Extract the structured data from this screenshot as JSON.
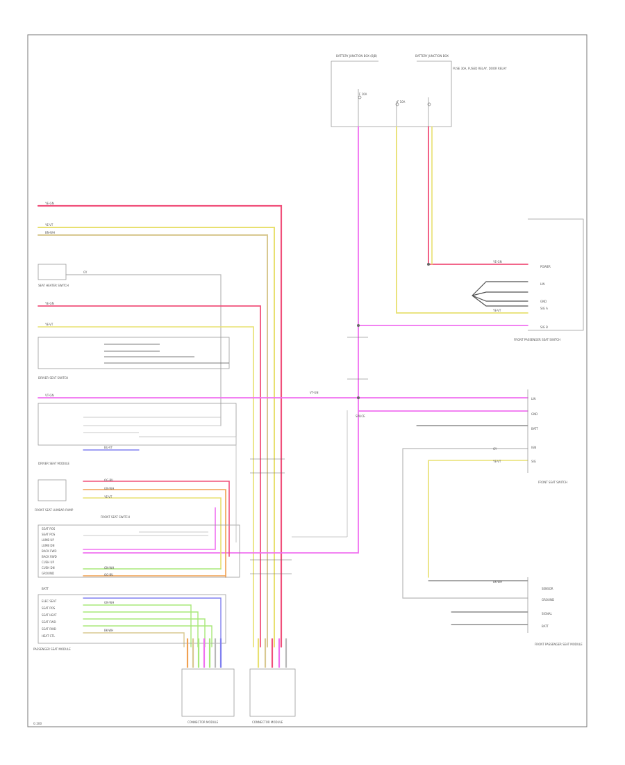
{
  "components": {
    "fuse_box_left": {
      "title": "BATTERY JUNCTION BOX (BJB)",
      "fuse_a": "F 10A",
      "fuse_b": "F 10A"
    },
    "fuse_box_right": {
      "title": "BATTERY JUNCTION BOX",
      "note": "FUSE 30A, FUSED RELAY, DOOR RELAY"
    },
    "front_occupant_switch": "SEAT HEATER SWITCH",
    "lumbar_motor": "FRONT SEAT LUMBAR PUMP",
    "left_seat_switch": "DRIVER SEAT SWITCH",
    "driver_seat_module": "DRIVER SEAT MODULE",
    "driver_seat_switch": "FRONT SEAT SWITCH",
    "passenger_seat_module": "PASSENGER SEAT MODULE",
    "passenger_seat_switch": "FRONT PASSENGER SEAT SWITCH",
    "right_lower_module": "FRONT PASSENGER SEAT MODULE",
    "bottom_connector_left": "CONNECTOR MODULE",
    "bottom_connector_right": "CONNECTOR MODULE",
    "splice_label": "SPLICE",
    "ground_label": "G 200"
  },
  "wire_labels": {
    "red": "YE-GN",
    "yellow": "YE-VT",
    "tan": "BN-WH",
    "grey": "GY",
    "pink": "VT-GN",
    "green": "GN-WH",
    "orange": "OG-BU",
    "blue": "BU-VT",
    "black": "BK-WH"
  },
  "pins": {
    "left_module": [
      "SEAT POS",
      "SEAT POS",
      "LUMB UP",
      "LUMB DN",
      "BACK FWD",
      "BACK RWD",
      "CUSH UP",
      "CUSH DN",
      "GROUND",
      "BATT"
    ],
    "lower_left_module": [
      "ELEC SEAT",
      "SEAT POS",
      "SEAT HEAT",
      "SEAT FWD",
      "SEAT RWD",
      "HEAT CTL"
    ],
    "right_module": [
      "LIN",
      "GND",
      "BATT",
      "IGN",
      "SIG"
    ],
    "right_upper_module": [
      "POWER",
      "LIN",
      "GND",
      "SIG A",
      "SIG B"
    ],
    "right_lower_module": [
      "SENSOR",
      "GROUND",
      "SIGNAL",
      "BATT"
    ]
  },
  "colors": {
    "red": "#f0507a",
    "yellow": "#e8e070",
    "tan": "#d8c890",
    "grey": "#b8b8b8",
    "pink": "#f070f0",
    "green": "#a8e878",
    "orange": "#f0a050",
    "blue": "#8080f0",
    "black": "#505050"
  }
}
